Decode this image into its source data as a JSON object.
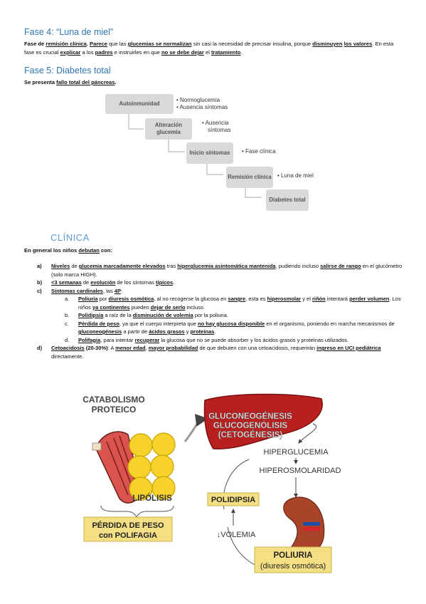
{
  "fase4": {
    "title": "Fase 4: “Luna de miel”",
    "t1": "Fase de ",
    "t2": "remisión clínica",
    "t3": ". ",
    "t4": "Parece",
    "t5": " que las ",
    "t6": "glucemias se normalizan",
    "t7": " sin casi la necesidad de precisar insulina, porque ",
    "t8": "disminuyen",
    "t9": " ",
    "t10": "los valores",
    "t11": ". En esta fase es crucial ",
    "t12": "explicar",
    "t13": " a los ",
    "t14": "padres",
    "t15": " e instruirles en que ",
    "t16": "no se debe dejar",
    "t17": " el ",
    "t18": "tratamiento",
    "t19": "."
  },
  "fase5": {
    "title": "Fase 5: Diabetes total",
    "t1": "Se presenta ",
    "t2": "fallo total del páncreas",
    "t3": "."
  },
  "staircase": {
    "steps": [
      "Autoinmunidad",
      "Alteración glucemia",
      "Inicio síntomas",
      "Remisión clínica",
      "Diabetes total"
    ],
    "notes": [
      [
        "Normoglucemia",
        "Ausencia síntomas"
      ],
      [
        "Ausencia",
        "síntomas"
      ],
      [
        "Fase clínica"
      ],
      [
        "Luna de miel"
      ]
    ]
  },
  "clinica": {
    "title": "CLÍNICA",
    "intro1": "En general los niños ",
    "intro2": "debutan",
    "intro3": " con:",
    "a": {
      "m": "a)",
      "t1": "Niveles",
      "t2": " de ",
      "t3": "glucemia marcadamente elevados",
      "t4": " tras ",
      "t5": "hiperglucemia asintomática mantenida",
      "t6": ", pudiendo incluso ",
      "t7": "salirse de rango",
      "t8": " en el glucómetro (solo marca HIGH)."
    },
    "b": {
      "m": "b)",
      "t1": "<3 semanas",
      "t2": " de ",
      "t3": "evolución",
      "t4": " de los síntomas ",
      "t5": "típicos",
      "t6": "."
    },
    "c": {
      "m": "c)",
      "t1": "Síntomas cardinales",
      "t2": ", las ",
      "t3": "4P",
      "t4": ":"
    },
    "ca": {
      "m": "a.",
      "t1": "Poliuria",
      "t2": " por ",
      "t3": "diuresis osmótica",
      "t4": ", al no recogerse la glucosa en ",
      "t5": "sangre",
      "t6": ", esta es ",
      "t7": "hiperosmolar",
      "t8": " y el ",
      "t9": "riñón",
      "t10": " intentará ",
      "t11": "perder volumen",
      "t12": ". Los niños ",
      "t13": "ya continentes",
      "t14": " pueden ",
      "t15": "dejar de serlo",
      "t16": " incluso."
    },
    "cb": {
      "m": "b.",
      "t1": "Polidipsia",
      "t2": " a raíz de la ",
      "t3": "disminución de volemia",
      "t4": " por la poliuria."
    },
    "cc": {
      "m": "c.",
      "t1": "Pérdida de peso",
      "t2": ", ya que el cuerpo interpreta que ",
      "t3": "no hay glucosa disponible",
      "t4": " en el organismo, poniendo en marcha mecanismos de ",
      "t5": "gluconeogénesis",
      "t6": " a partir de ",
      "t7": "ácidos grasos",
      "t8": " y ",
      "t9": "proteínas",
      "t10": "."
    },
    "cd": {
      "m": "d.",
      "t1": "Polifagia",
      "t2": ", para intentar ",
      "t3": "recuperar",
      "t4": " la glucosa que no se puede absorber y los ácidos grasos y proteínas utilizados."
    },
    "d": {
      "m": "d)",
      "t1": "Cetoacidosis",
      "t2": " (20-30%)",
      "t3": ": A ",
      "t4": "menor edad",
      "t5": ", ",
      "t6": "mayor probabilidad",
      "t7": " de que debuten con una cetoacidosis, requerirán ",
      "t8": "ingreso en UCI pediátrica",
      "t9": " directamente."
    }
  },
  "diagram": {
    "catabolismo1": "CATABOLISMO",
    "catabolismo2": "PROTEICO",
    "lipolisis": "LIPÓLISIS",
    "perdida1": "PÉRDIDA DE PESO",
    "perdida2": "con POLIFAGIA",
    "gluco1": "GLUCONEOGÉNESIS",
    "gluco2": "GLUCOGENÓLISIS",
    "gluco3": "(CETOGÉNESIS)",
    "hiperglucemia": "HIPERGLUCEMIA",
    "hiperosm": "HIPEROSMOLARIDAD",
    "polidipsia": "POLIDIPSIA",
    "volemia": "↓VOLEMIA",
    "poliuria1": "POLIURIA",
    "poliuria2": "(diuresis osmótica)"
  }
}
